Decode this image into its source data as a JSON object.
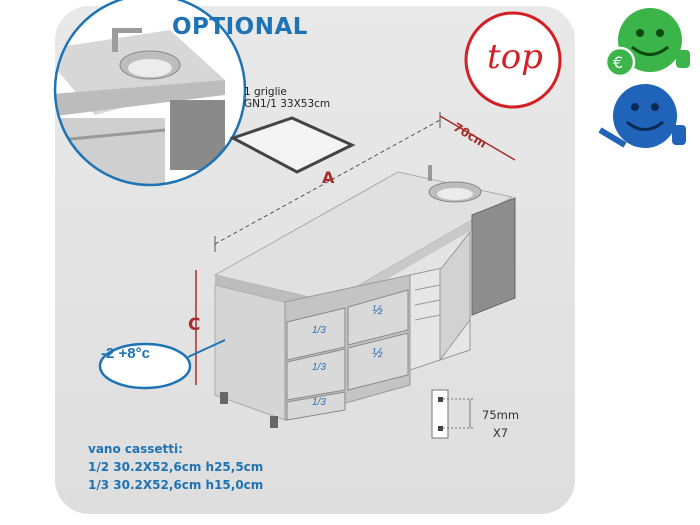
{
  "header": {
    "optional_label": "OPTIONAL",
    "badge_label": "top"
  },
  "grid": {
    "line1": "1 griglie",
    "line2": "GN1/1 33X53cm"
  },
  "dimensions": {
    "length_label": "A",
    "depth_label": "70cm",
    "height_label": "C"
  },
  "temperature": {
    "label": "-2 +8°c"
  },
  "shelf_spacing": {
    "spacing": "75mm",
    "count": "X7"
  },
  "drawer_fronts": {
    "third": "1/3",
    "half": "½"
  },
  "drawer_info": {
    "heading": "vano cassetti:",
    "line1": "1/2 30.2X52,6cm h25,5cm",
    "line2": "1/3 30.2X52,6cm h15,0cm"
  },
  "icons": [
    "euro-smiley-icon",
    "tools-smiley-icon",
    "sink-icon",
    "grid-icon"
  ],
  "colors": {
    "accent_blue": "#1e73b4",
    "accent_red": "#d41f26",
    "green": "#3bb54a"
  }
}
